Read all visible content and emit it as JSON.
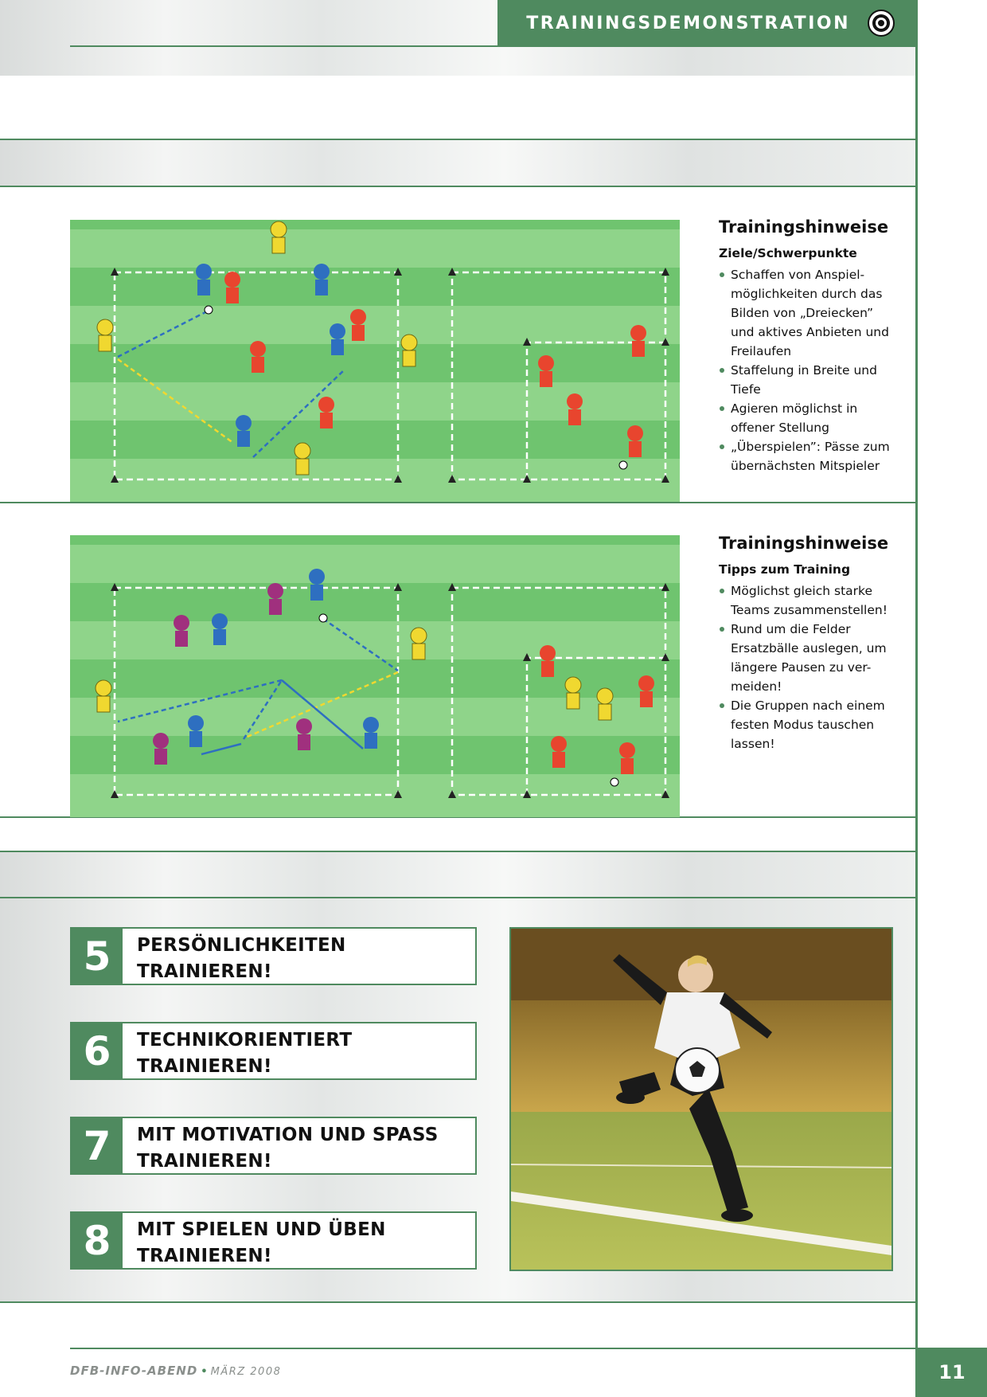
{
  "header": {
    "title": "TRAININGSDEMONSTRATION"
  },
  "section1": {
    "heading": "Trainingshinweise",
    "subheading": "Ziele/Schwerpunkte",
    "items": [
      "Schaffen von Anspiel-möglichkeiten durch das Bilden von „Dreiecken” und aktives Anbieten und Freilaufen",
      "Staffelung in Breite und Tiefe",
      "Agieren möglichst in offener Stellung",
      "„Überspielen”: Pässe zum übernächsten Mitspieler"
    ]
  },
  "section2": {
    "heading": "Trainingshinweise",
    "subheading": "Tipps zum Training",
    "items": [
      "Möglichst gleich starke Teams zusammenstellen!",
      "Rund um die Felder Ersatzbälle auslegen, um längere Pausen zu ver-meiden!",
      "Die Gruppen nach einem festen Modus tauschen lassen!"
    ]
  },
  "principles": [
    {
      "number": "5",
      "line1": "PERSÖNLICHKEITEN",
      "line2": "TRAINIEREN!"
    },
    {
      "number": "6",
      "line1": "TECHNIKORIENTIERT",
      "line2": "TRAINIEREN!"
    },
    {
      "number": "7",
      "line1": "MIT MOTIVATION UND SPASS",
      "line2": "TRAINIEREN!"
    },
    {
      "number": "8",
      "line1": "MIT SPIELEN UND ÜBEN",
      "line2": "TRAINIEREN!"
    }
  ],
  "footer": {
    "brand": "DFB-INFO-ABEND",
    "date": "MÄRZ 2008",
    "page_number": "11"
  },
  "colors": {
    "accent": "#4f8a5f",
    "field_light": "#8fd48a",
    "field_dark": "#6fc46f",
    "team_blue": "#2e6fc0",
    "team_red": "#e8452e",
    "team_yellow": "#f0d830",
    "team_purple": "#a0307e"
  }
}
